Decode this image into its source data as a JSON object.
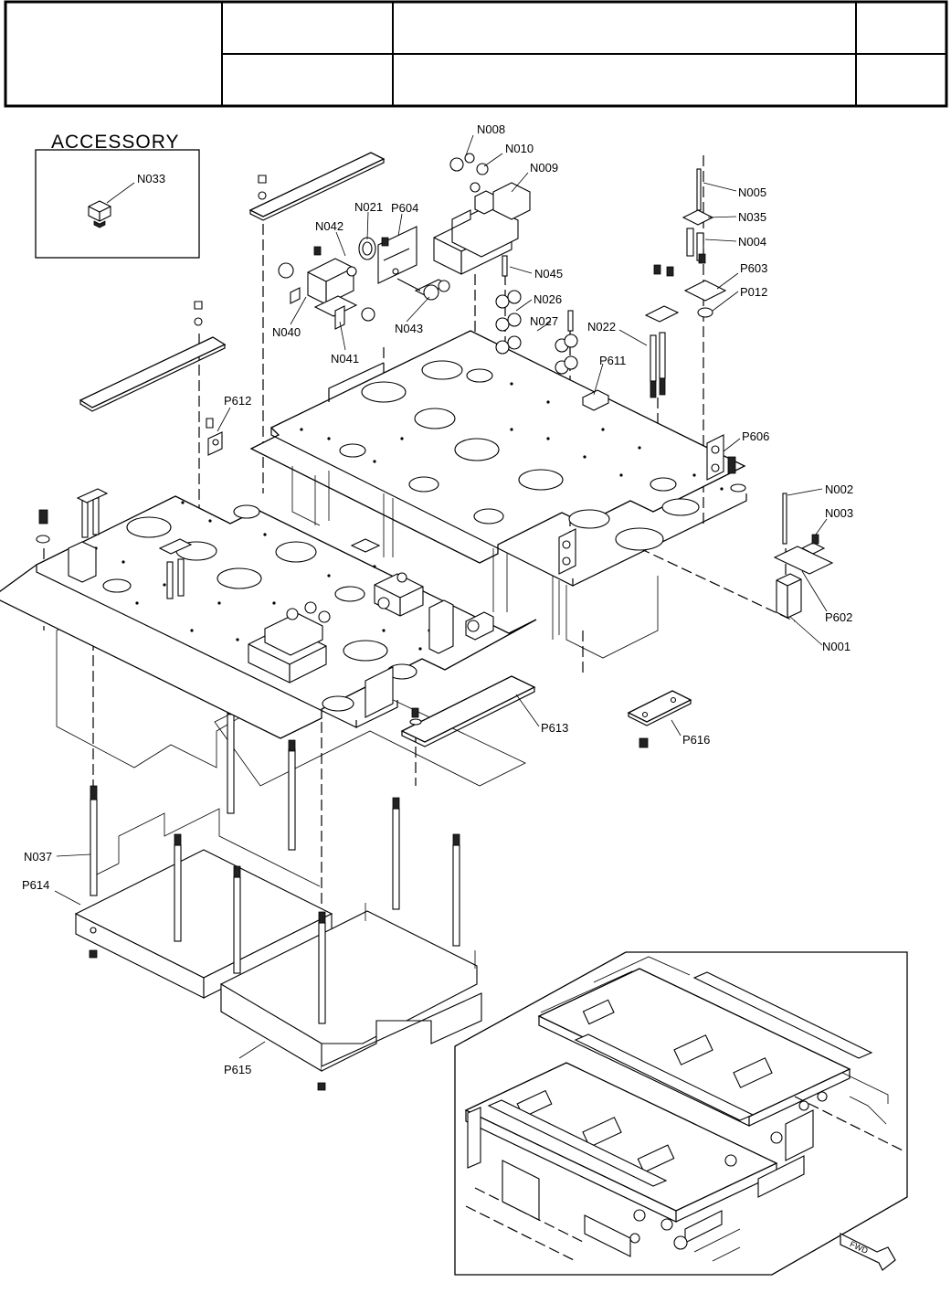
{
  "title_block": {
    "cells": [
      "",
      "",
      "",
      "",
      "",
      "",
      ""
    ]
  },
  "accessory": {
    "title": "ACCESSORY",
    "part": "N033"
  },
  "callouts": {
    "N008": "N008",
    "N010": "N010",
    "N009": "N009",
    "N005": "N005",
    "N035": "N035",
    "N004": "N004",
    "N021": "N021",
    "P604": "P604",
    "N042": "N042",
    "N045": "N045",
    "P603": "P603",
    "P012": "P012",
    "N026": "N026",
    "N027": "N027",
    "N022": "N022",
    "N040": "N040",
    "N043": "N043",
    "N041": "N041",
    "P611": "P611",
    "P612": "P612",
    "P606": "P606",
    "N002": "N002",
    "N003": "N003",
    "P602": "P602",
    "N001": "N001",
    "P613": "P613",
    "P616": "P616",
    "N037": "N037",
    "P614": "P614",
    "P615": "P615"
  },
  "inset": {
    "fwd_label": "FWD"
  }
}
